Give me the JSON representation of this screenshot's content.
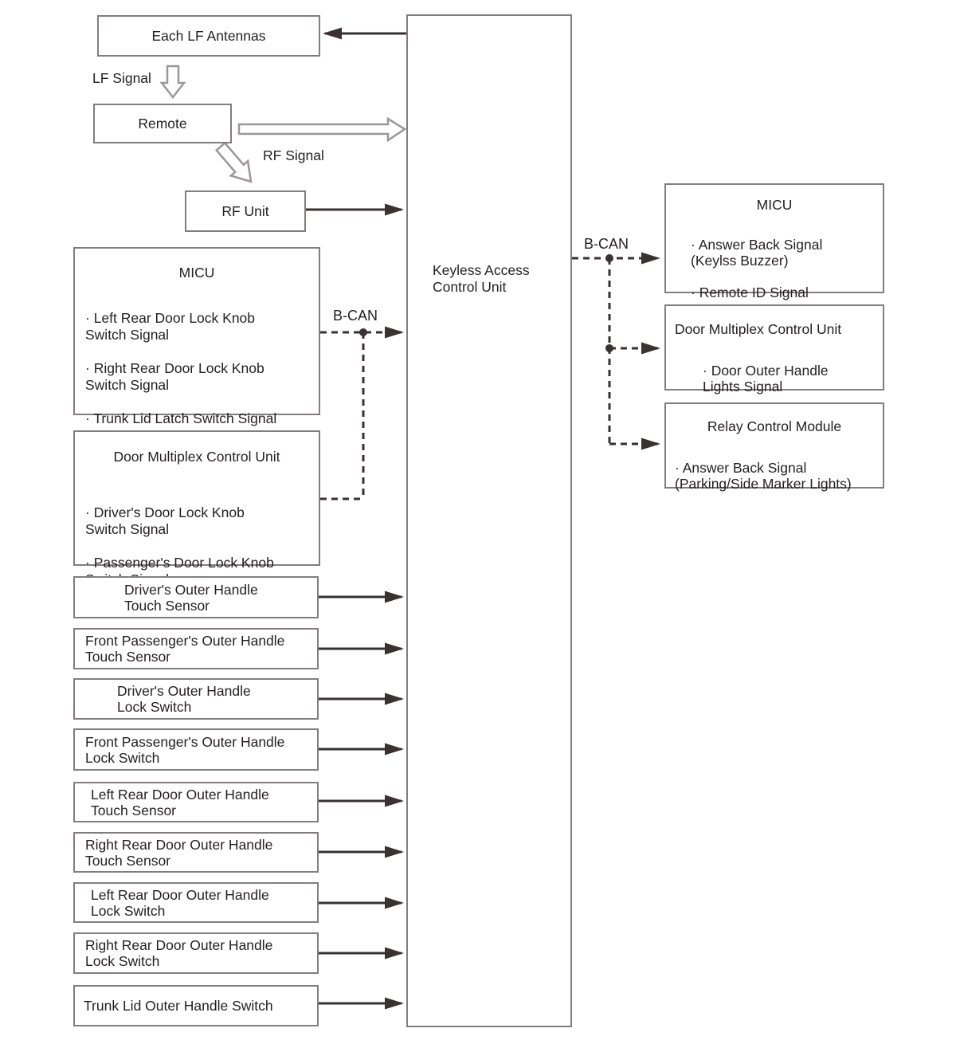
{
  "colors": {
    "background": "#ffffff",
    "box_border": "#827e7e",
    "line": "#3a3132",
    "text": "#231f20",
    "hollow_arrow_outline": "#9b9797"
  },
  "top_flow": {
    "each_lf_antennas": "Each LF Antennas",
    "lf_signal": "LF Signal",
    "remote": "Remote",
    "rf_signal": "RF Signal",
    "rf_unit": "RF Unit"
  },
  "center_unit": {
    "label": "Keyless Access\nControl Unit"
  },
  "bus": {
    "left_label": "B-CAN",
    "right_label": "B-CAN"
  },
  "left_modules": {
    "micu": {
      "title": "MICU",
      "items": [
        "· Left Rear Door Lock Knob\nSwitch Signal",
        "· Right Rear Door Lock Knob\nSwitch Signal",
        "· Trunk Lid Latch Switch Signal"
      ]
    },
    "door_multiplex": {
      "title": "Door Multiplex Control Unit",
      "items": [
        "· Driver's Door Lock Knob\nSwitch Signal",
        "· Passenger's Door Lock Knob\nSwitch Signal"
      ]
    }
  },
  "input_boxes": [
    {
      "label": "Driver's Outer Handle\nTouch Sensor"
    },
    {
      "label": "Front Passenger's Outer Handle\nTouch Sensor"
    },
    {
      "label": "Driver's Outer Handle\nLock Switch"
    },
    {
      "label": "Front Passenger's Outer Handle\nLock Switch"
    },
    {
      "label": "Left Rear Door Outer Handle\nTouch Sensor"
    },
    {
      "label": "Right Rear Door Outer Handle\nTouch Sensor"
    },
    {
      "label": "Left Rear Door Outer Handle\nLock Switch"
    },
    {
      "label": "Right Rear Door Outer Handle\nLock Switch"
    },
    {
      "label": "Trunk Lid Outer Handle Switch"
    }
  ],
  "right_modules": {
    "micu": {
      "title": "MICU",
      "items": [
        "· Answer Back Signal\n(Keylss Buzzer)",
        "· Remote ID Signal"
      ]
    },
    "door_multiplex": {
      "title": "Door Multiplex Control Unit",
      "items": [
        "· Door Outer Handle\nLights Signal"
      ]
    },
    "relay": {
      "title": "Relay Control Module",
      "items": [
        "· Answer Back Signal\n(Parking/Side Marker Lights)"
      ]
    }
  }
}
